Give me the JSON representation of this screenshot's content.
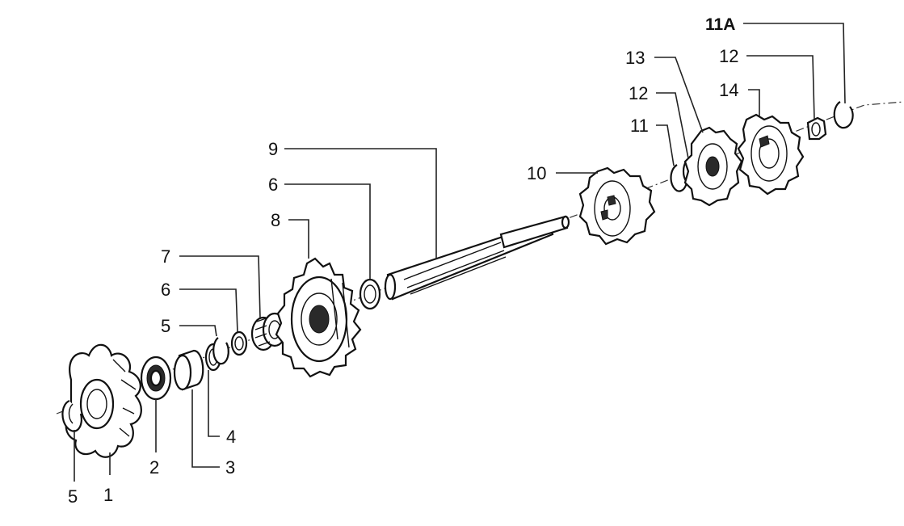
{
  "labels": {
    "l1": "1",
    "l2": "2",
    "l3": "3",
    "l4": "4",
    "l5a": "5",
    "l5b": "5",
    "l6a": "6",
    "l6b": "6",
    "l7": "7",
    "l8": "8",
    "l9": "9",
    "l10": "10",
    "l11": "11",
    "l11a": "11A",
    "l12a": "12",
    "l12b": "12",
    "l13": "13",
    "l14": "14"
  }
}
